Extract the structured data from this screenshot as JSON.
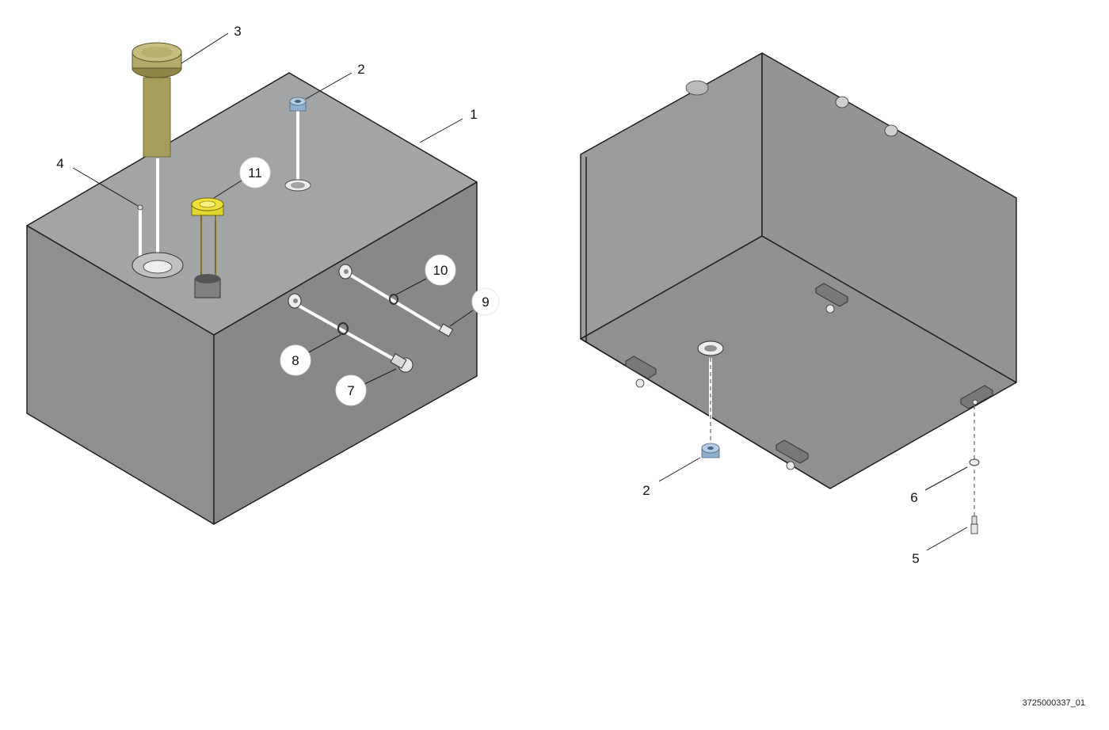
{
  "callouts": {
    "c1": "1",
    "c2a": "2",
    "c2b": "2",
    "c3": "3",
    "c4": "4",
    "c5": "5",
    "c6": "6",
    "c7": "7",
    "c8": "8",
    "c9": "9",
    "c10": "10",
    "c11": "11"
  },
  "document_id": "3725000337_01",
  "colors": {
    "tank_top": "#a3a4a6",
    "tank_side": "#8e8f91",
    "tank_front": "#87888a",
    "filler_cap": "#b3aa6b",
    "filler_neck": "#a69d5c",
    "plug_blue": "#8fb0cf",
    "gauge_yellow": "#f0e23a"
  }
}
